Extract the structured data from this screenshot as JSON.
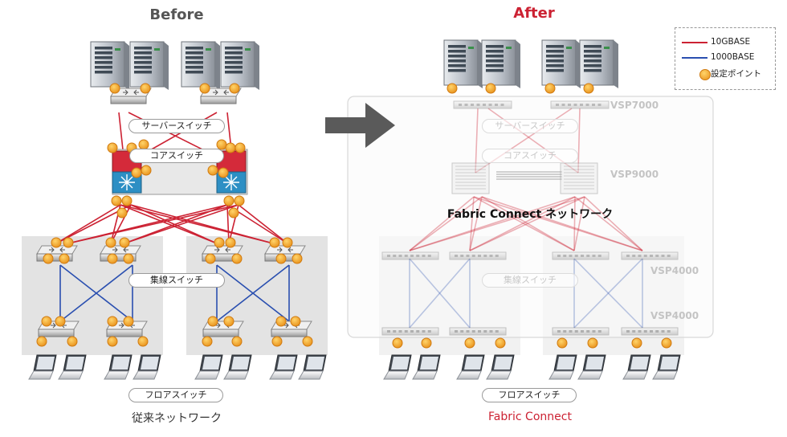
{
  "before": {
    "title": "Before",
    "caption": "従来ネットワーク",
    "server_switch_label": "サーバースイッチ",
    "core_switch_label": "コアスイッチ",
    "aggregation_switch_label": "集線スイッチ",
    "floor_switch_label": "フロアスイッチ"
  },
  "after": {
    "title": "After",
    "caption": "Fabric Connect",
    "network_label": "Fabric Connect ネットワーク",
    "server_switch_label": "サーバースイッチ",
    "core_switch_label": "コアスイッチ",
    "aggregation_switch_label": "集線スイッチ",
    "floor_switch_label": "フロアスイッチ",
    "models": [
      "VSP7000",
      "VSP9000",
      "VSP4000",
      "VSP4000"
    ]
  },
  "legend": {
    "items": [
      {
        "label": "10GBASE",
        "color": "#cc2233",
        "kind": "line"
      },
      {
        "label": "1000BASE",
        "color": "#2a4fb0",
        "kind": "line"
      },
      {
        "label": "設定ポイント",
        "color": "#f5a623",
        "kind": "dot"
      }
    ]
  },
  "colors": {
    "link_10g": "#cc2233",
    "link_1g": "#2a4fb0",
    "config_point": "#f5a623",
    "arrow": "#5a5a5a"
  }
}
